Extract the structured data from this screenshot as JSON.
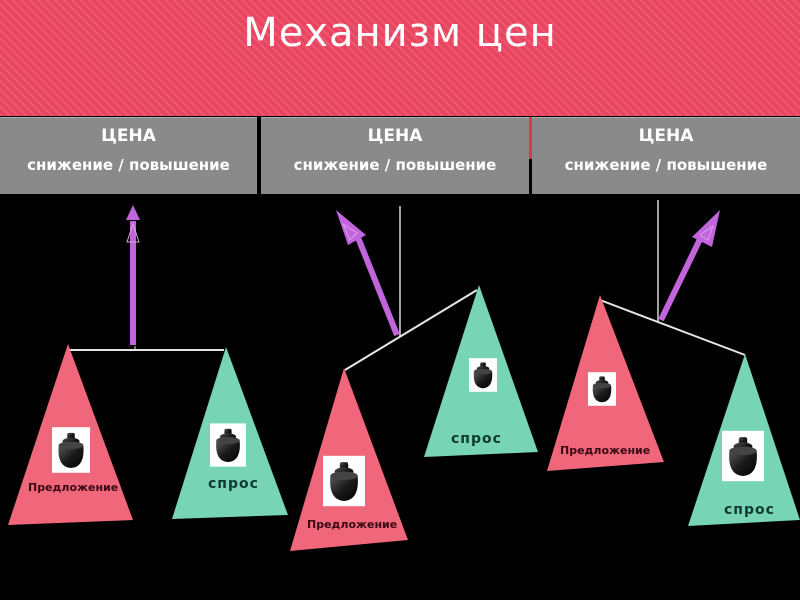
{
  "title": "Механизм цен",
  "panels": [
    {
      "heading": "ЦЕНА",
      "subtitle": "снижение / повышение"
    },
    {
      "heading": "ЦЕНА",
      "subtitle": "снижение / повышение"
    },
    {
      "heading": "ЦЕНА",
      "subtitle": "снижение / повышение"
    }
  ],
  "scales": [
    {
      "supply_label": "Предложение",
      "demand_label": "спрос"
    },
    {
      "supply_label": "Предложение",
      "demand_label": "спрос"
    },
    {
      "supply_label": "Предложение",
      "demand_label": "спрос"
    }
  ],
  "colors": {
    "header": "#ea4560",
    "panel": "#8a8a8a",
    "supply_triangle": "#f0667a",
    "demand_triangle": "#77d4b5",
    "arrow": "#c265dc"
  },
  "icons": [
    "weight-icon",
    "arrow-up-icon"
  ]
}
